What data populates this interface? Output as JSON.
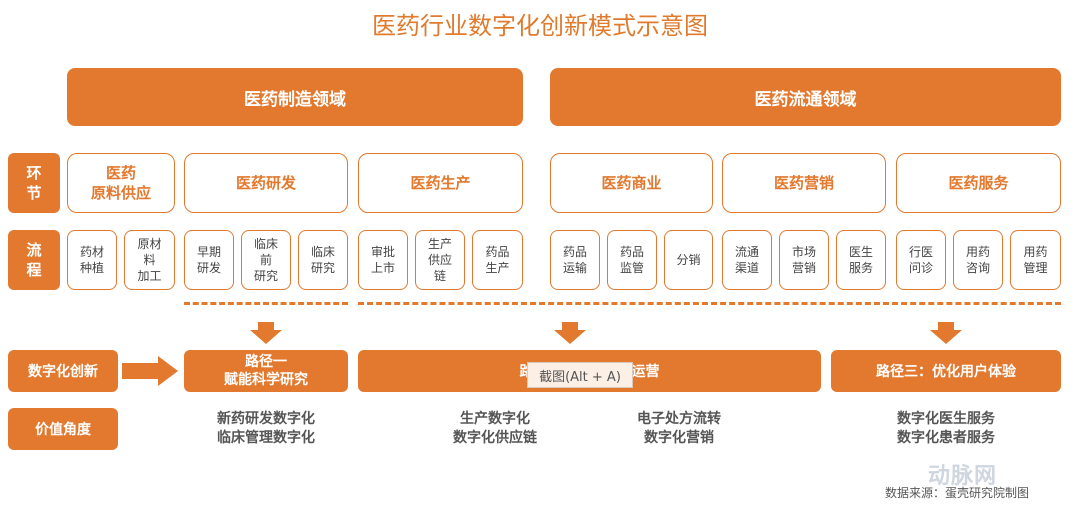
{
  "title": "医药行业数字化创新模式示意图",
  "domains": [
    "医药制造领域",
    "医药流通领域"
  ],
  "row_labels": {
    "stage": "环\n节",
    "process": "流\n程"
  },
  "stages": [
    "医药\n原料供应",
    "医药研发",
    "医药生产",
    "医药商业",
    "医药营销",
    "医药服务"
  ],
  "processes": [
    "药材\n种植",
    "原材\n料\n加工",
    "早期\n研发",
    "临床\n前\n研究",
    "临床\n研究",
    "审批\n上市",
    "生产\n供应\n链",
    "药品\n生产",
    "药品\n运输",
    "药品\n监管",
    "分销",
    "流通\n渠道",
    "市场\n营销",
    "医生\n服务",
    "行医\n问诊",
    "用药\n咨询",
    "用药\n管理"
  ],
  "digital_innovation_label": "数字化创新",
  "paths": [
    "路径一\n赋能科学研究",
    "路径二：赋能企业运营",
    "路径三：优化用户体验"
  ],
  "value_label": "价值角度",
  "values": [
    "新药研发数字化\n临床管理数字化",
    "生产数字化\n数字化供应链",
    "电子处方流转\n数字化营销",
    "数字化医生服务\n数字化患者服务"
  ],
  "tooltip": "截图(Alt + A)",
  "watermark": "动脉网",
  "source": "数据来源：蛋壳研究院制图",
  "colors": {
    "accent": "#e2792f",
    "title": "#e07b2e"
  }
}
